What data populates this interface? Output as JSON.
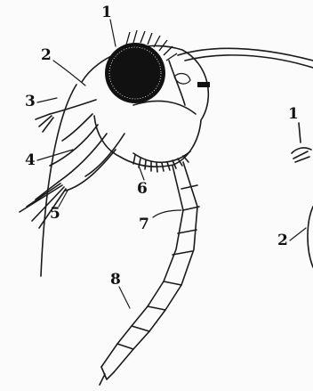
{
  "figure": {
    "labels": [
      "1",
      "2",
      "3",
      "4",
      "5",
      "6",
      "7",
      "8"
    ],
    "inset_labels": [
      "1",
      "2"
    ]
  }
}
